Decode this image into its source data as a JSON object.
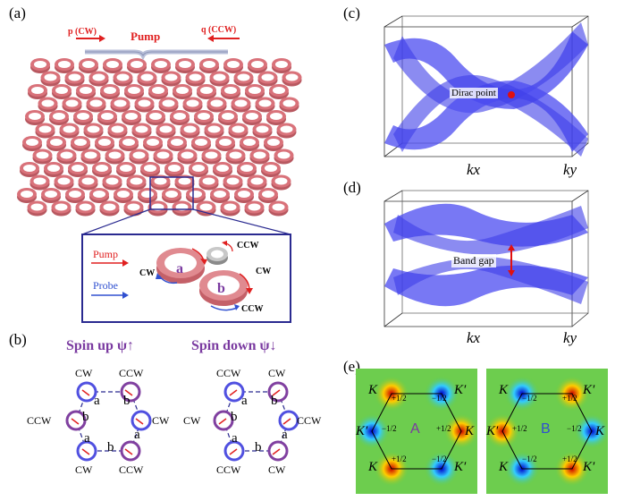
{
  "panels": {
    "a": "(a)",
    "b": "(b)",
    "c": "(c)",
    "d": "(d)",
    "e": "(e)"
  },
  "panel_a": {
    "pump": "Pump",
    "p_label": "p (CW)",
    "q_label": "q (CCW)",
    "inset": {
      "pump": "Pump",
      "probe": "Probe",
      "ring_a": "a",
      "ring_b": "b",
      "cw1": "CW",
      "ccw1": "CCW",
      "cw2": "CW",
      "ccw2": "CCW"
    }
  },
  "panel_b": {
    "spin_up": "Spin up ψ↑",
    "spin_down": "Spin down ψ↓",
    "left": {
      "top_l": "CW",
      "top_r": "CCW",
      "mid_l": "CCW",
      "mid_r": "CW",
      "bot_l": "CW",
      "bot_r": "CCW",
      "a1": "a",
      "b1": "b",
      "b2": "b",
      "a2": "a",
      "a3": "a",
      "b3": "b"
    },
    "right": {
      "top_l": "CCW",
      "top_r": "CW",
      "mid_l": "CW",
      "mid_r": "CCW",
      "bot_l": "CCW",
      "bot_r": "CW",
      "a1": "a",
      "b1": "b",
      "b2": "b",
      "a2": "a",
      "a3": "a",
      "b3": "b"
    }
  },
  "panel_c": {
    "dirac": "Dirac point",
    "kx": "kx",
    "ky": "ky"
  },
  "panel_d": {
    "gap": "Band gap",
    "kx": "kx",
    "ky": "ky"
  },
  "panel_e": {
    "left_center": "A",
    "right_center": "B",
    "K": "K",
    "Kp": "K′",
    "half_pos": "+1/2",
    "half_neg": "−1/2"
  },
  "colors": {
    "ring": "#d9727a",
    "band": "#5a5af0",
    "spin": "#7a3aa0"
  }
}
